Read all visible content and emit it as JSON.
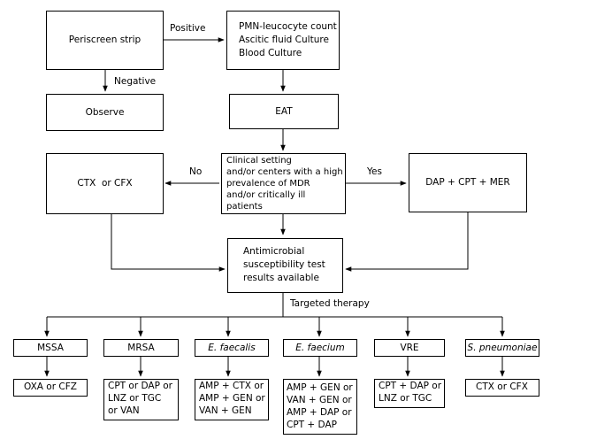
{
  "nodes": {
    "periscreen": "Periscreen strip",
    "tests": [
      "PMN-leucocyte count",
      "Ascitic fluid Culture",
      "Blood Culture"
    ],
    "observe": "Observe",
    "eat": "EAT",
    "clinical": [
      "Clinical setting",
      "and/or centers with a high",
      "prevalence of MDR",
      "and/or critically ill",
      "patients"
    ],
    "no_branch": "CTX  or CFX",
    "yes_branch": "DAP + CPT + MER",
    "susceptibility": [
      "Antimicrobial",
      "susceptibility test",
      "results available"
    ]
  },
  "edge_labels": {
    "positive": "Positive",
    "negative": "Negative",
    "no": "No",
    "yes": "Yes",
    "targeted": "Targeted therapy"
  },
  "organisms": [
    {
      "name": "MSSA",
      "italic": false,
      "therapy": [
        "OXA or CFZ"
      ]
    },
    {
      "name": "MRSA",
      "italic": false,
      "therapy": [
        "CPT or DAP or",
        "LNZ or TGC",
        "or VAN"
      ]
    },
    {
      "name": "E. faecalis",
      "italic": true,
      "therapy": [
        "AMP + CTX or",
        "AMP + GEN or",
        "VAN + GEN"
      ]
    },
    {
      "name": "E. faecium",
      "italic": true,
      "therapy": [
        "AMP + GEN or",
        "VAN + GEN or",
        "AMP + DAP or",
        "CPT + DAP"
      ]
    },
    {
      "name": "VRE",
      "italic": false,
      "therapy": [
        "CPT + DAP or",
        "LNZ or TGC"
      ]
    },
    {
      "name": "S. pneumoniae",
      "italic": true,
      "therapy": [
        "CTX or CFX"
      ]
    }
  ]
}
